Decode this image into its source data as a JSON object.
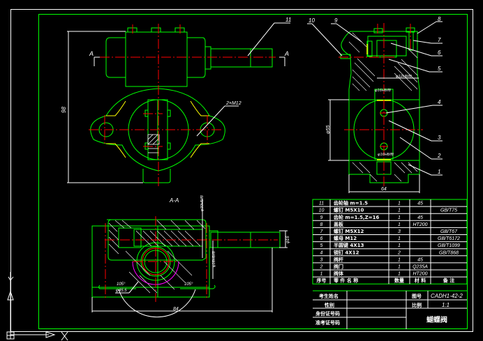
{
  "drawing": {
    "colors": {
      "background": "#000000",
      "outline": "#00ff00",
      "centerline": "#ff0000",
      "dimension": "#ffffff",
      "hatch": "#ffffff",
      "highlight": "#ffff00",
      "phantom": "#ff00ff"
    },
    "section_label": "A-A",
    "cut_marks": [
      "A",
      "A"
    ],
    "front_view": {
      "dim_height": "98",
      "thread_label": "2×M12",
      "balloon": "11"
    },
    "side_view": {
      "balloons": [
        "10",
        "9",
        "8",
        "7",
        "6",
        "5",
        "4",
        "3",
        "2",
        "1"
      ],
      "dim_height": "φ55",
      "dim_width": "64",
      "fit_upper": "φ12H8/f8",
      "fit_middle": "φ16H8/f8",
      "fit_lower": "φ16H8/f8"
    },
    "section_view": {
      "dim_width": "84",
      "dim_shaft": "φ16",
      "fit_vertical": "φ30H8/f8",
      "fit_side": "φ16H8/f8",
      "angle_left": "105°",
      "angle_right": "105°",
      "radius": "φ45.5"
    }
  },
  "parts_list": {
    "headers": [
      "序号",
      "零 件 名 称",
      "数量",
      "材 料",
      "备 注"
    ],
    "rows": [
      {
        "no": "11",
        "name": "齿轮轴 m=1.5",
        "qty": "1",
        "material": "45",
        "note": ""
      },
      {
        "no": "10",
        "name": "螺钉 M5X10",
        "qty": "1",
        "material": "",
        "note": "GB/T75"
      },
      {
        "no": "9",
        "name": "齿轮 m=1.5,Z=16",
        "qty": "1",
        "material": "45",
        "note": ""
      },
      {
        "no": "8",
        "name": "盖板",
        "qty": "1",
        "material": "HT200",
        "note": ""
      },
      {
        "no": "7",
        "name": "螺钉 M5X12",
        "qty": "3",
        "material": "",
        "note": "GB/T67"
      },
      {
        "no": "6",
        "name": "螺母 M12",
        "qty": "1",
        "material": "",
        "note": "GB/T6172"
      },
      {
        "no": "5",
        "name": "半圆键 4X13",
        "qty": "1",
        "material": "",
        "note": "GB/T1099"
      },
      {
        "no": "4",
        "name": "销钉 4X12",
        "qty": "2",
        "material": "",
        "note": "GB/T868"
      },
      {
        "no": "3",
        "name": "阀杆",
        "qty": "1",
        "material": "45",
        "note": ""
      },
      {
        "no": "2",
        "name": "阀门",
        "qty": "1",
        "material": "Q235A",
        "note": ""
      },
      {
        "no": "1",
        "name": "阀体",
        "qty": "1",
        "material": "HT200",
        "note": ""
      }
    ]
  },
  "title_block": {
    "labels": [
      "考生姓名",
      "性别",
      "身份证号码",
      "准考证号码"
    ],
    "values": [
      "",
      "",
      "",
      ""
    ],
    "drawing_no_label": "图号",
    "drawing_no": "CADH1-42-2",
    "scale_label": "比例",
    "scale": "1:1",
    "title": "蝴蝶阀"
  },
  "ucs": {
    "x_label": "X",
    "y_label": "Y"
  }
}
